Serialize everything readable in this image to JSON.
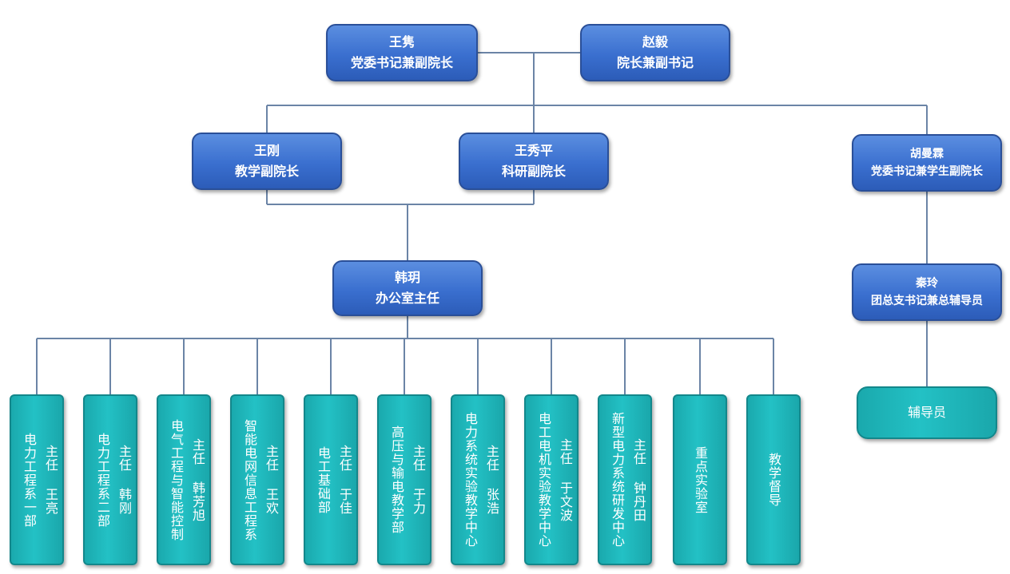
{
  "top": [
    {
      "name": "王隽",
      "title": "党委书记兼副院长"
    },
    {
      "name": "赵毅",
      "title": "院长兼副书记"
    }
  ],
  "vice": [
    {
      "name": "王刚",
      "title": "教学副院长"
    },
    {
      "name": "王秀平",
      "title": "科研副院长"
    },
    {
      "name": "胡曼霖",
      "title": "党委书记兼学生副院长"
    }
  ],
  "office": {
    "name": "韩玥",
    "title": "办公室主任"
  },
  "league": {
    "name": "秦玲",
    "title": "团总支书记兼总辅导员"
  },
  "helper": "辅导员",
  "departments": [
    {
      "name": "电力工程系一部",
      "head": "主任 王亮"
    },
    {
      "name": "电力工程系二部",
      "head": "主任 韩刚"
    },
    {
      "name": "电气工程与智能控制",
      "head": "主任 韩芳旭"
    },
    {
      "name": "智能电网信息工程系",
      "head": "主任 王欢"
    },
    {
      "name": "电工基础部",
      "head": "主任 于佳"
    },
    {
      "name": "高压与输电教学部",
      "head": "主任 于力"
    },
    {
      "name": "电力系统实验教学中心",
      "head": "主任 张浩"
    },
    {
      "name": "电工电机实验教学中心",
      "head": "主任 于文波"
    },
    {
      "name": "新型电力系统研发中心",
      "head": "主任 钟丹田"
    },
    {
      "name": "重点实验室",
      "head": ""
    },
    {
      "name": "教学督导",
      "head": ""
    }
  ],
  "colors": {
    "node": "#3a6fcf",
    "department": "#23c1c5",
    "line": "#6b84a6"
  }
}
